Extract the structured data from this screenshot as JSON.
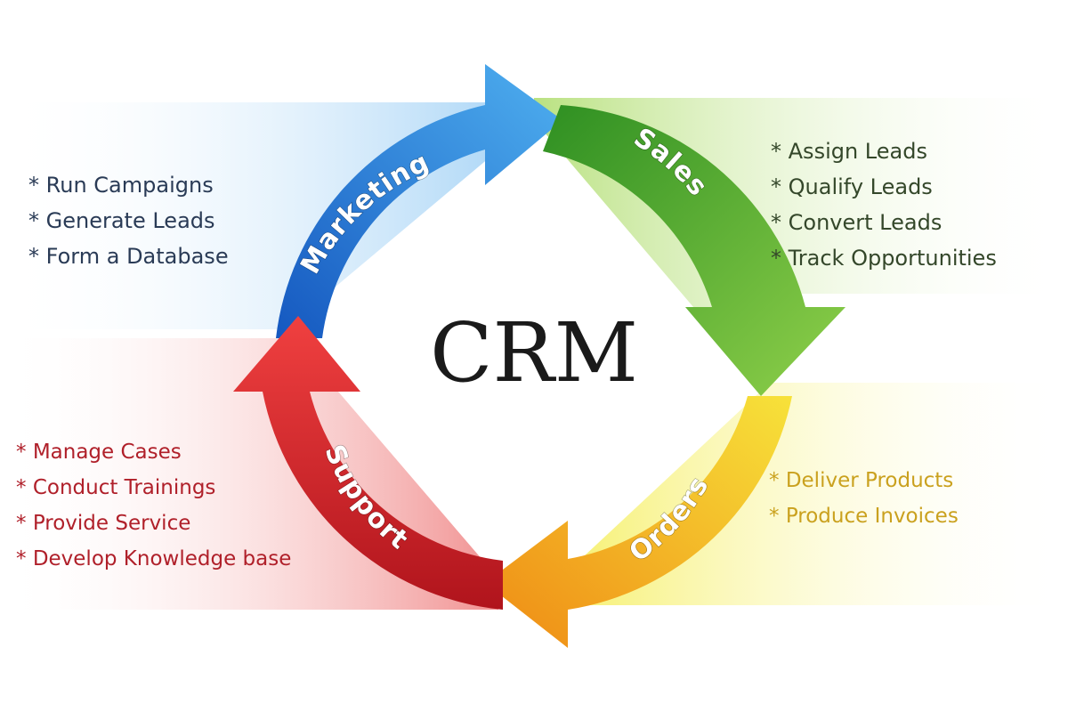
{
  "center": {
    "title": "CRM"
  },
  "stages": {
    "marketing": {
      "label": "Marketing",
      "color": "#1f6fd6",
      "items": [
        "Run Campaigns",
        "Generate Leads",
        "Form a Database"
      ]
    },
    "sales": {
      "label": "Sales",
      "color": "#3aa12a",
      "items": [
        "Assign Leads",
        "Qualify Leads",
        "Convert Leads",
        "Track Opportunities"
      ]
    },
    "orders": {
      "label": "Orders",
      "color": "#f2b21a",
      "items": [
        "Deliver Products",
        "Produce Invoices"
      ]
    },
    "support": {
      "label": "Support",
      "color": "#d9202a",
      "items": [
        "Manage Cases",
        "Conduct Trainings",
        "Provide Service",
        "Develop Knowledge base"
      ]
    }
  }
}
